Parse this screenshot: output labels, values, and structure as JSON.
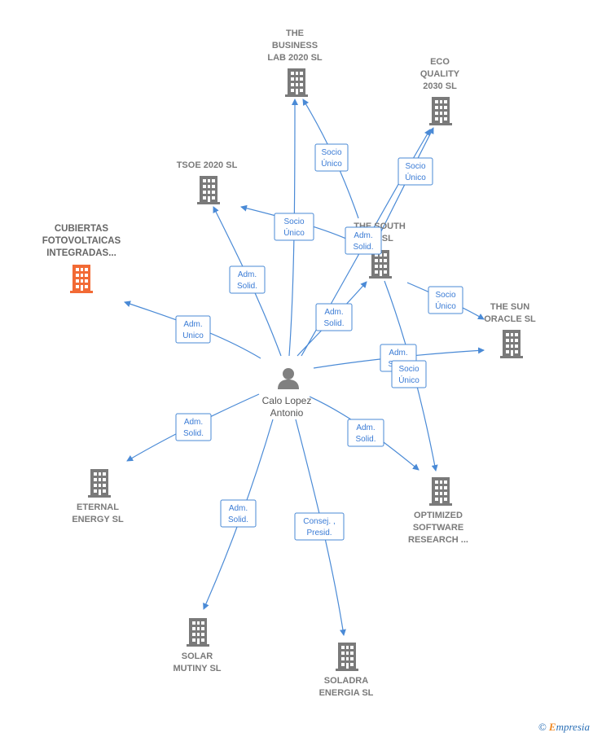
{
  "colors": {
    "edge": "#4a8ad6",
    "building": "#7a7a7a",
    "building_highlight": "#f26a35",
    "person": "#808080"
  },
  "center": {
    "name_line1": "Calo Lopez",
    "name_line2": "Antonio",
    "icon": "person-icon"
  },
  "companies": [
    {
      "id": "business-lab",
      "lines": [
        "THE",
        "BUSINESS",
        "LAB 2020  SL"
      ],
      "highlight": false
    },
    {
      "id": "eco-quality",
      "lines": [
        "ECO",
        "QUALITY",
        "2030  SL"
      ],
      "highlight": false
    },
    {
      "id": "tsoe",
      "lines": [
        "TSOE 2020  SL"
      ],
      "highlight": false
    },
    {
      "id": "cubiertas",
      "lines": [
        "CUBIERTAS",
        "FOTOVOLTAICAS",
        "INTEGRADAS..."
      ],
      "highlight": true
    },
    {
      "id": "the-south",
      "lines": [
        "THE SOUTH",
        "...E  SL"
      ],
      "highlight": false
    },
    {
      "id": "sun-oracle",
      "lines": [
        "THE SUN",
        "ORACLE  SL"
      ],
      "highlight": false
    },
    {
      "id": "eternal",
      "lines": [
        "ETERNAL",
        "ENERGY  SL"
      ],
      "highlight": false
    },
    {
      "id": "optimized",
      "lines": [
        "OPTIMIZED",
        "SOFTWARE",
        "RESEARCH ..."
      ],
      "highlight": false
    },
    {
      "id": "solar-mutiny",
      "lines": [
        "SOLAR",
        "MUTINY  SL"
      ],
      "highlight": false
    },
    {
      "id": "soladra",
      "lines": [
        "SOLADRA",
        "ENERGIA  SL"
      ],
      "highlight": false
    }
  ],
  "relations": [
    {
      "id": "r1",
      "lines": [
        "Socio",
        "Único"
      ]
    },
    {
      "id": "r2",
      "lines": [
        "Socio",
        "Único"
      ]
    },
    {
      "id": "r3",
      "lines": [
        "Socio",
        "Único"
      ]
    },
    {
      "id": "r4",
      "lines": [
        "Adm.",
        "Solid."
      ]
    },
    {
      "id": "r5",
      "lines": [
        "Adm.",
        "Solid."
      ]
    },
    {
      "id": "r6",
      "lines": [
        "Adm.",
        "Unico"
      ]
    },
    {
      "id": "r7",
      "lines": [
        "Adm.",
        "Solid."
      ]
    },
    {
      "id": "r8",
      "lines": [
        "Socio",
        "Único"
      ]
    },
    {
      "id": "r9",
      "lines": [
        "Adm.",
        "Solid."
      ]
    },
    {
      "id": "r10",
      "lines": [
        "Socio",
        "Único"
      ]
    },
    {
      "id": "r11",
      "lines": [
        "Adm.",
        "Solid."
      ]
    },
    {
      "id": "r12",
      "lines": [
        "Adm.",
        "Solid."
      ]
    },
    {
      "id": "r13",
      "lines": [
        "Adm.",
        "Solid."
      ]
    },
    {
      "id": "r14",
      "lines": [
        "Consej. ,",
        "Presid."
      ]
    }
  ],
  "footer": {
    "copyright": "©",
    "brand_first": "E",
    "brand_rest": "mpresia"
  }
}
